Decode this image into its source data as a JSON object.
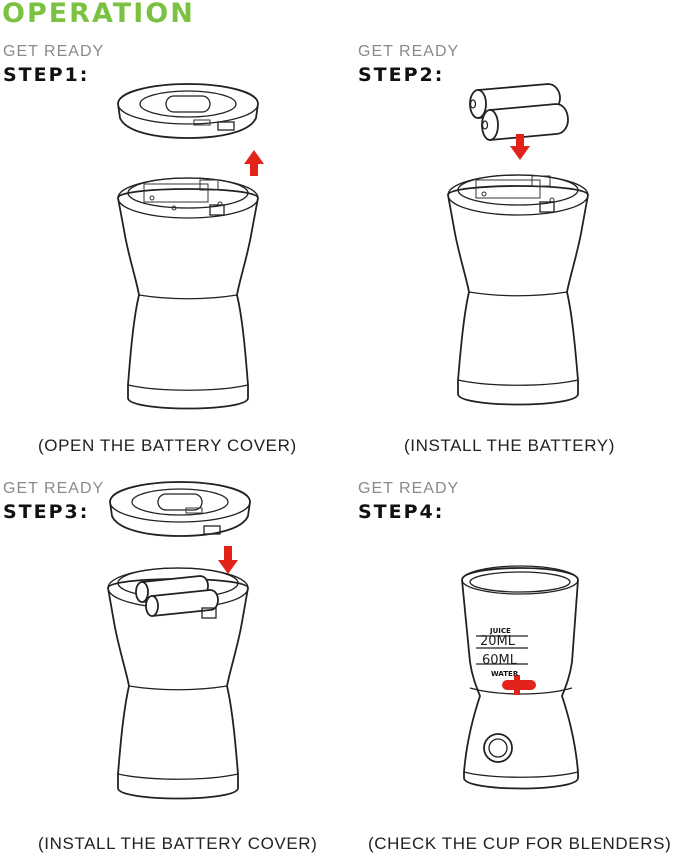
{
  "title": "OPERATION",
  "colors": {
    "title": "#7cc242",
    "arrow": "#e2231a",
    "outline": "#222222"
  },
  "steps": [
    {
      "kicker": "GET READY",
      "label": "STEP1:",
      "caption": "(OPEN THE BATTERY COVER)"
    },
    {
      "kicker": "GET READY",
      "label": "STEP2:",
      "caption": "(INSTALL THE BATTERY)"
    },
    {
      "kicker": "GET READY",
      "label": "STEP3:",
      "caption": "(INSTALL THE BATTERY COVER)"
    },
    {
      "kicker": "GET READY",
      "label": "STEP4:",
      "caption": "(CHECK THE CUP FOR BLENDERS)"
    }
  ],
  "cup_marks": {
    "top": "JUICE",
    "line1": "20ML",
    "line2": "60ML",
    "bottom": "WATER"
  }
}
